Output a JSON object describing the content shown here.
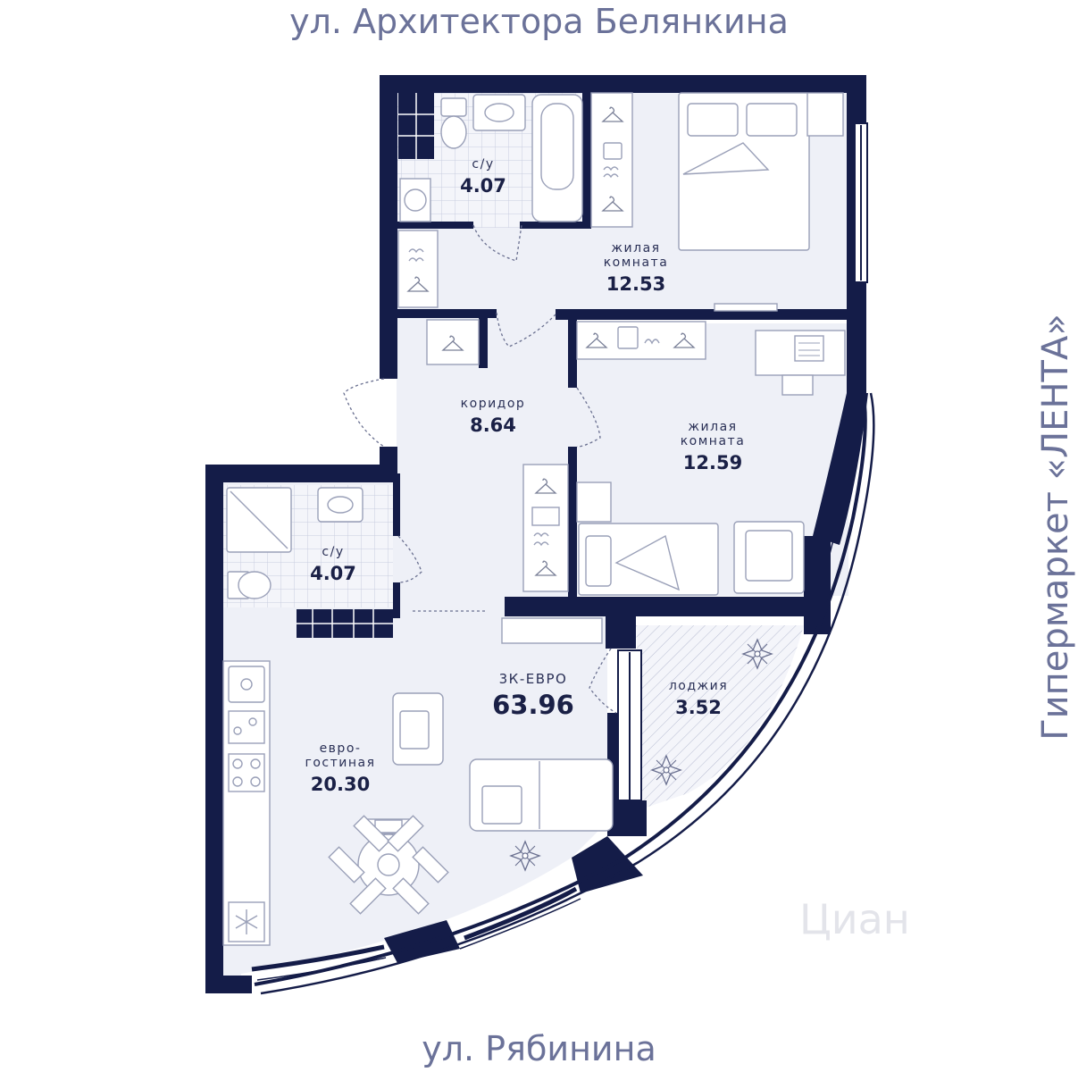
{
  "streets": {
    "top": "ул. Архитектора Белянкина",
    "bottom": "ул. Рябинина",
    "right": "Гипермаркет «ЛЕНТА»"
  },
  "apartment": {
    "type_label": "3К-ЕВРО",
    "total_area": "63.96"
  },
  "rooms": {
    "bath_top": {
      "name": "с/у",
      "area": "4.07"
    },
    "bedroom_top": {
      "name": "жилая\nкомната",
      "area": "12.53"
    },
    "corridor": {
      "name": "коридор",
      "area": "8.64"
    },
    "bedroom_mid": {
      "name": "жилая\nкомната",
      "area": "12.59"
    },
    "bath_left": {
      "name": "с/у",
      "area": "4.07"
    },
    "living": {
      "name": "евро-\nгостиная",
      "area": "20.30"
    },
    "loggia": {
      "name": "лоджия",
      "area": "3.52"
    }
  },
  "watermark": "Циан",
  "colors": {
    "wall": "#141c48",
    "floor": "#eef0f7",
    "tile_line": "#c9cde0",
    "furniture": "#9aa0b8",
    "street_text": "#6b7299"
  }
}
